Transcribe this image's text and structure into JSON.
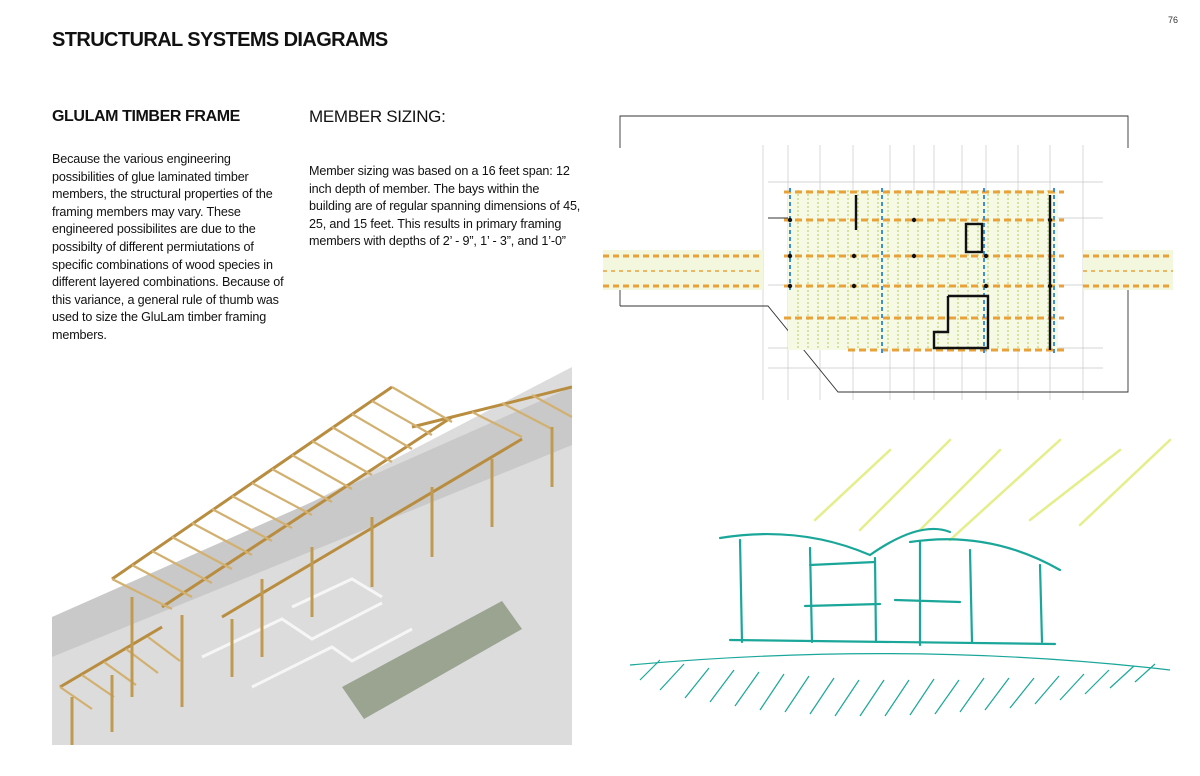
{
  "page": {
    "number": "76",
    "title": "STRUCTURAL SYSTEMS DIAGRAMS"
  },
  "glulam": {
    "heading": "GLULAM TIMBER FRAME",
    "body": "Because the various engineering possibilities of glue laminated timber members, the structural properties of the framing members may vary. These engineered possibilites are due to the possibilty of different permiutations of specific combinations of wood species in different layered combinations. Because of this variance, a general rule of thumb was used to size the GluLam timber framing members."
  },
  "member_sizing": {
    "heading": "MEMBER SIZING:",
    "body": "Member sizing was based on a 16 feet span: 12 inch depth of member. The bays within the building are of regular spanning dimensions of 45, 25, and 15 feet. This results in primary framing members with depths of 2’ - 9”, 1’ - 3”, and 1’-0”"
  },
  "colors": {
    "timber": "#c9a35a",
    "plan_orange": "#e9a23a",
    "plan_green": "#9fc23c",
    "plan_blue": "#3d8fd6",
    "sketch_teal": "#1aa79a",
    "sun_yellow": "#e4ef8a"
  }
}
